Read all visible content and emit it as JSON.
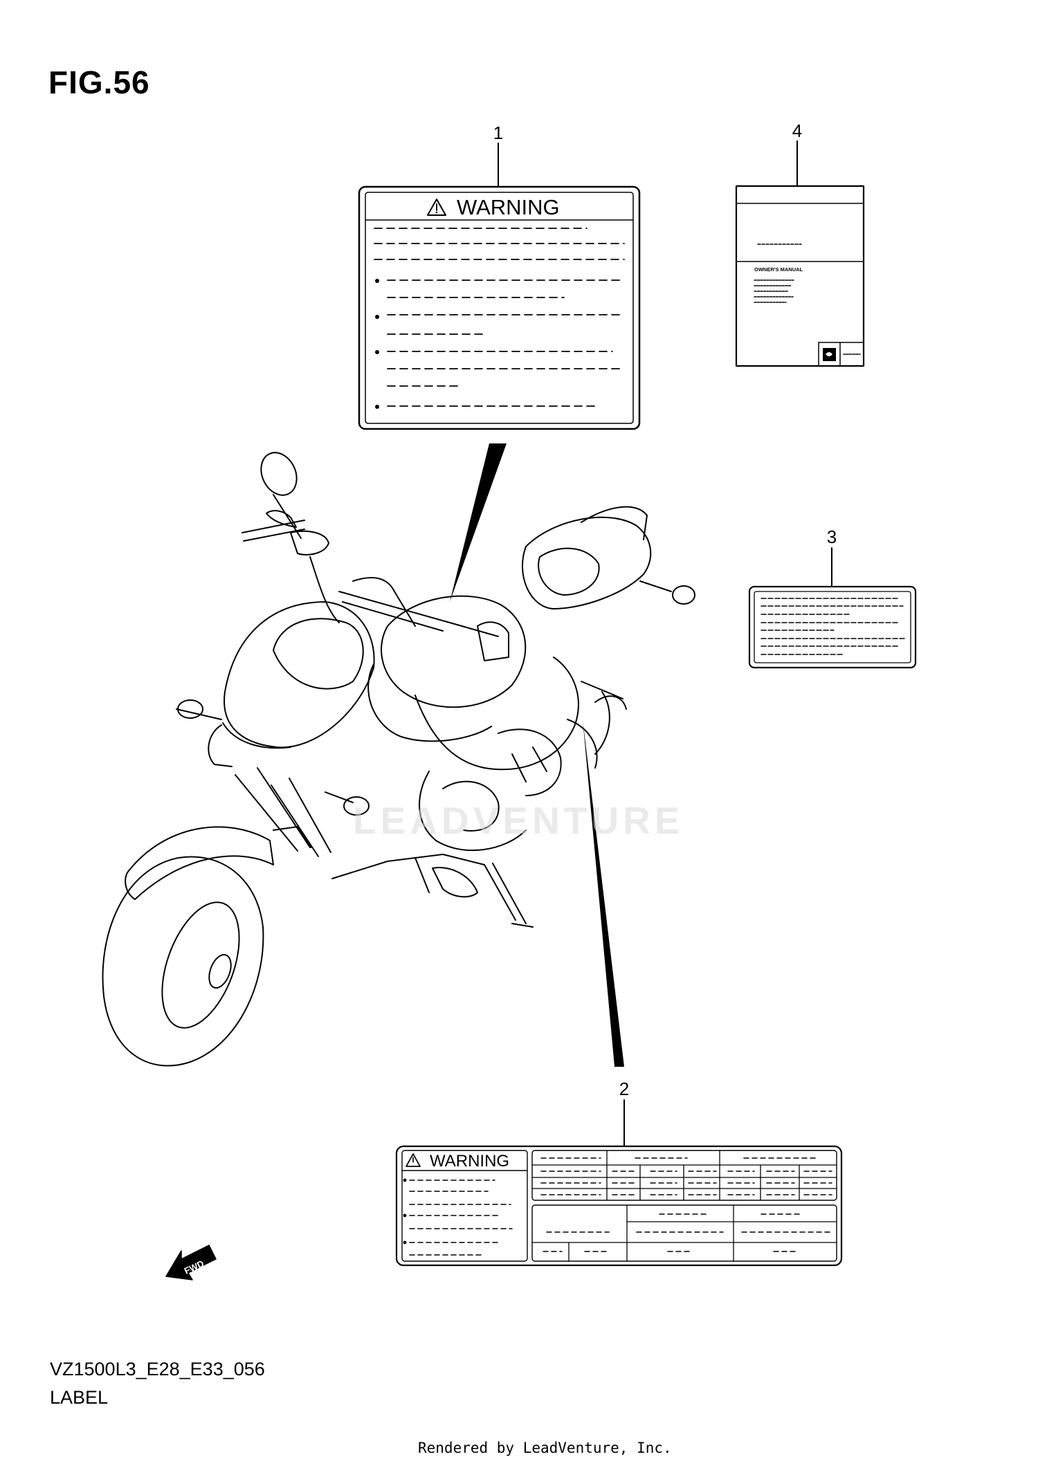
{
  "figure": {
    "title": "FIG.56"
  },
  "callouts": [
    "1",
    "2",
    "3",
    "4"
  ],
  "labels": {
    "warning_large": {
      "heading": "WARNING"
    },
    "warning_small": {
      "heading": "WARNING"
    },
    "manual": {
      "title": "OWNER'S MANUAL"
    },
    "fwd": {
      "text": "FWD"
    }
  },
  "watermark": {
    "text": "LEADVENTURE"
  },
  "caption": {
    "code": "VZ1500L3_E28_E33_056",
    "name": "LABEL"
  },
  "footer": {
    "credit": "Rendered by LeadVenture, Inc."
  }
}
